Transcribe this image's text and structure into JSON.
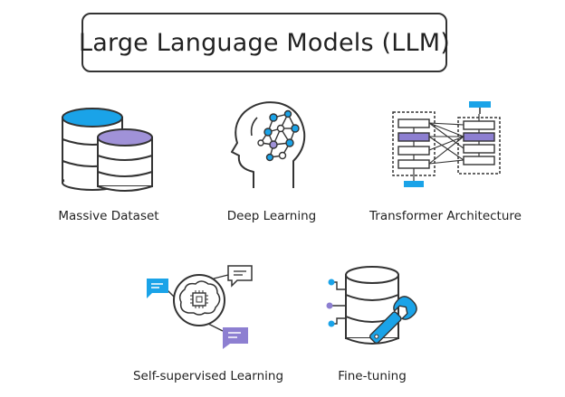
{
  "title": "Large Language Models (LLM)",
  "colors": {
    "stroke": "#333333",
    "blue": "#1aa3e8",
    "purple": "#8d7fd1",
    "purple_fill": "#a092d8"
  },
  "items": [
    {
      "label": "Massive Dataset",
      "icon": "database-stack-icon"
    },
    {
      "label": "Deep Learning",
      "icon": "head-neural-network-icon"
    },
    {
      "label": "Transformer Architecture",
      "icon": "transformer-architecture-icon"
    },
    {
      "label": "Self-supervised Learning",
      "icon": "brain-chip-chat-icon"
    },
    {
      "label": "Fine-tuning",
      "icon": "database-wrench-icon"
    }
  ]
}
